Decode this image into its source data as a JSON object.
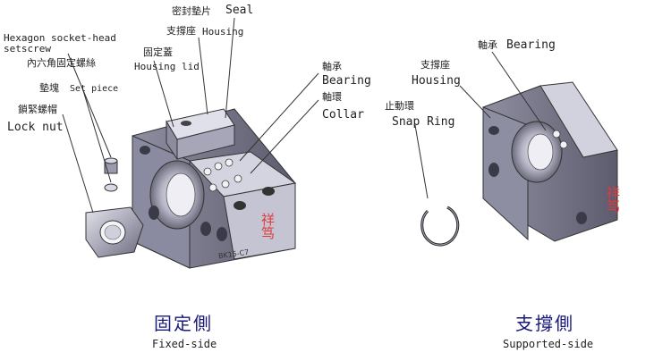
{
  "fixed_side": {
    "labels": {
      "hex_screw_en_1": "Hexagon socket-head",
      "hex_screw_en_2": "setscrew",
      "hex_screw_zh": "內六角固定螺絲",
      "set_piece_zh": "墊塊",
      "set_piece_en": "Set piece",
      "lock_nut_zh": "鎖緊螺帽",
      "lock_nut_en": "Lock nut",
      "housing_lid_zh": "固定蓋",
      "housing_lid_en": "Housing lid",
      "seal_zh": "密封墊片",
      "seal_en": "Seal",
      "housing_zh": "支撐座",
      "housing_en": "Housing",
      "bearing_zh": "軸承",
      "bearing_en": "Bearing",
      "collar_zh": "軸環",
      "collar_en": "Collar"
    },
    "stamp": "祥笃",
    "model_mark": "BK15-C7",
    "caption_zh": "固定側",
    "caption_en": "Fixed-side"
  },
  "supported_side": {
    "labels": {
      "bearing_zh": "軸承",
      "bearing_en": "Bearing",
      "housing_zh": "支撐座",
      "housing_en": "Housing",
      "snap_ring_zh": "止動環",
      "snap_ring_en": "Snap Ring"
    },
    "stamp": "祥笃",
    "caption_zh": "支撐側",
    "caption_en": "Supported-side"
  },
  "colors": {
    "metal_light": "#c8c8d4",
    "metal_mid": "#9c9cae",
    "metal_dark": "#5a5a6a",
    "stamp": "#e23a3a",
    "caption": "#1a1a7a"
  }
}
